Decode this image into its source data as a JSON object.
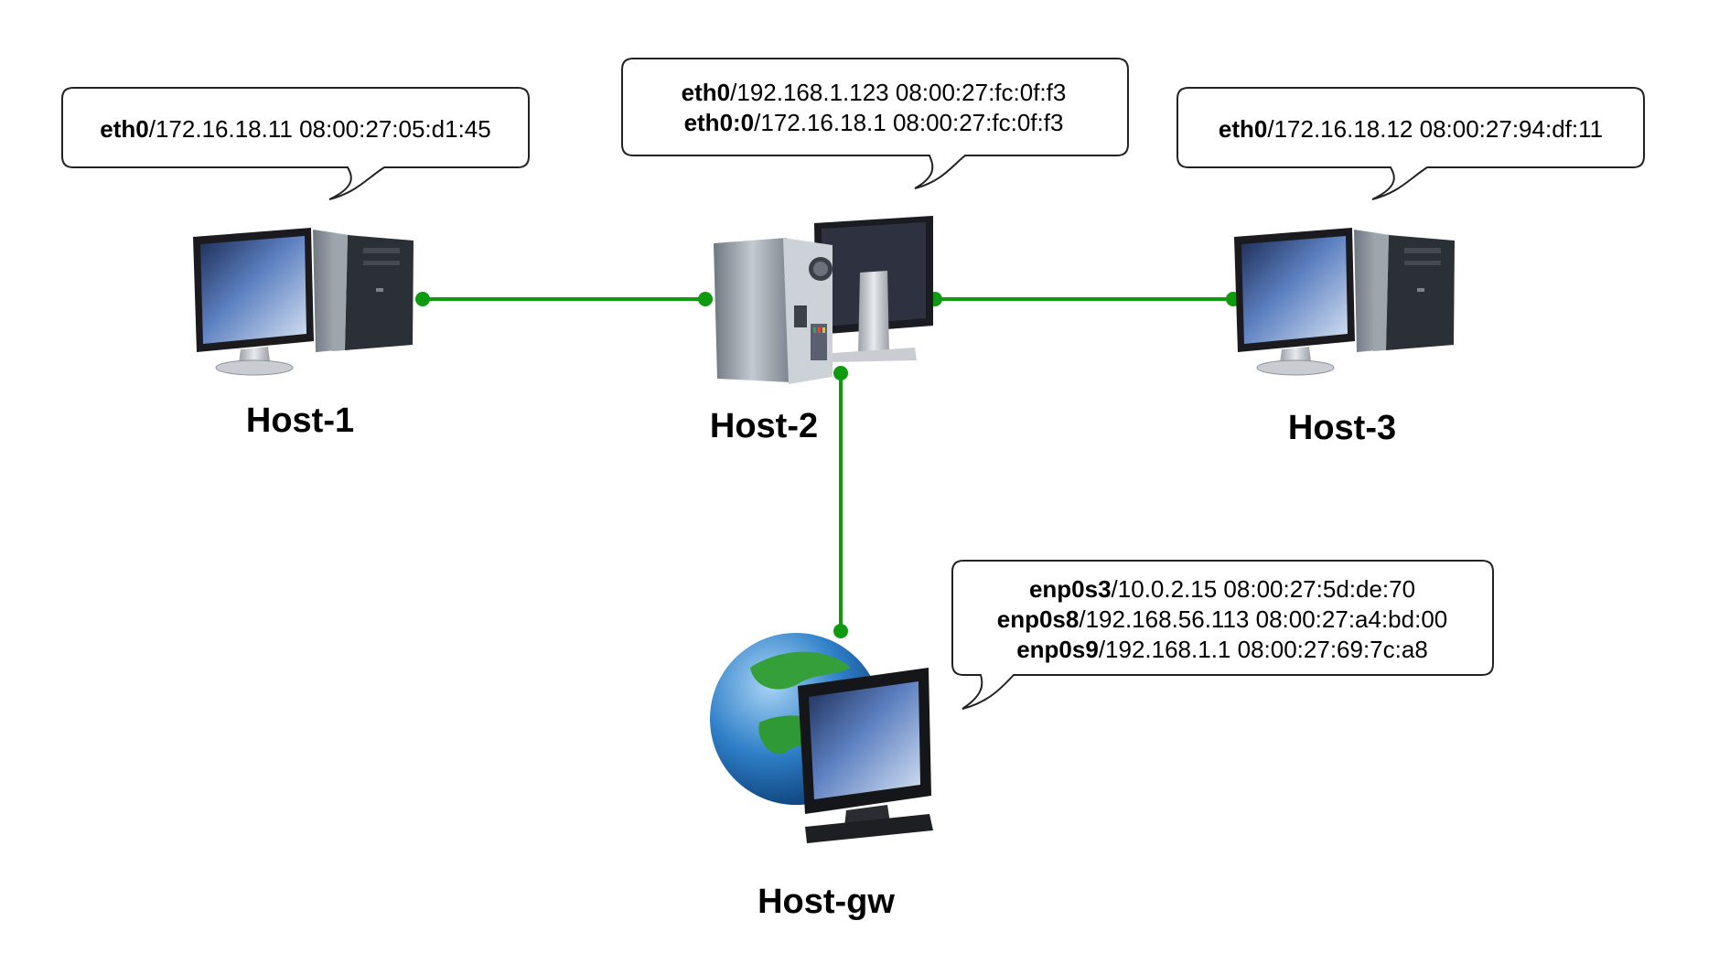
{
  "diagram": {
    "link_color": "#109a10",
    "hosts": [
      {
        "id": "host1",
        "label": "Host-1",
        "icon": "desktop-computer-icon",
        "interfaces": [
          {
            "name": "eth0",
            "detail": "/172.16.18.11 08:00:27:05:d1:45"
          }
        ]
      },
      {
        "id": "host2",
        "label": "Host-2",
        "icon": "tower-computer-icon",
        "interfaces": [
          {
            "name": "eth0",
            "detail": "/192.168.1.123 08:00:27:fc:0f:f3"
          },
          {
            "name": "eth0:0",
            "detail": "/172.16.18.1 08:00:27:fc:0f:f3"
          }
        ]
      },
      {
        "id": "host3",
        "label": "Host-3",
        "icon": "desktop-computer-icon",
        "interfaces": [
          {
            "name": "eth0",
            "detail": "/172.16.18.12 08:00:27:94:df:11"
          }
        ]
      },
      {
        "id": "hostgw",
        "label": "Host-gw",
        "icon": "globe-monitor-icon",
        "interfaces": [
          {
            "name": "enp0s3",
            "detail": "/10.0.2.15 08:00:27:5d:de:70"
          },
          {
            "name": "enp0s8",
            "detail": "/192.168.56.113 08:00:27:a4:bd:00"
          },
          {
            "name": "enp0s9",
            "detail": "/192.168.1.1 08:00:27:69:7c:a8"
          }
        ]
      }
    ],
    "links": [
      {
        "from": "host1",
        "to": "host2"
      },
      {
        "from": "host2",
        "to": "host3"
      },
      {
        "from": "host2",
        "to": "hostgw"
      }
    ]
  }
}
